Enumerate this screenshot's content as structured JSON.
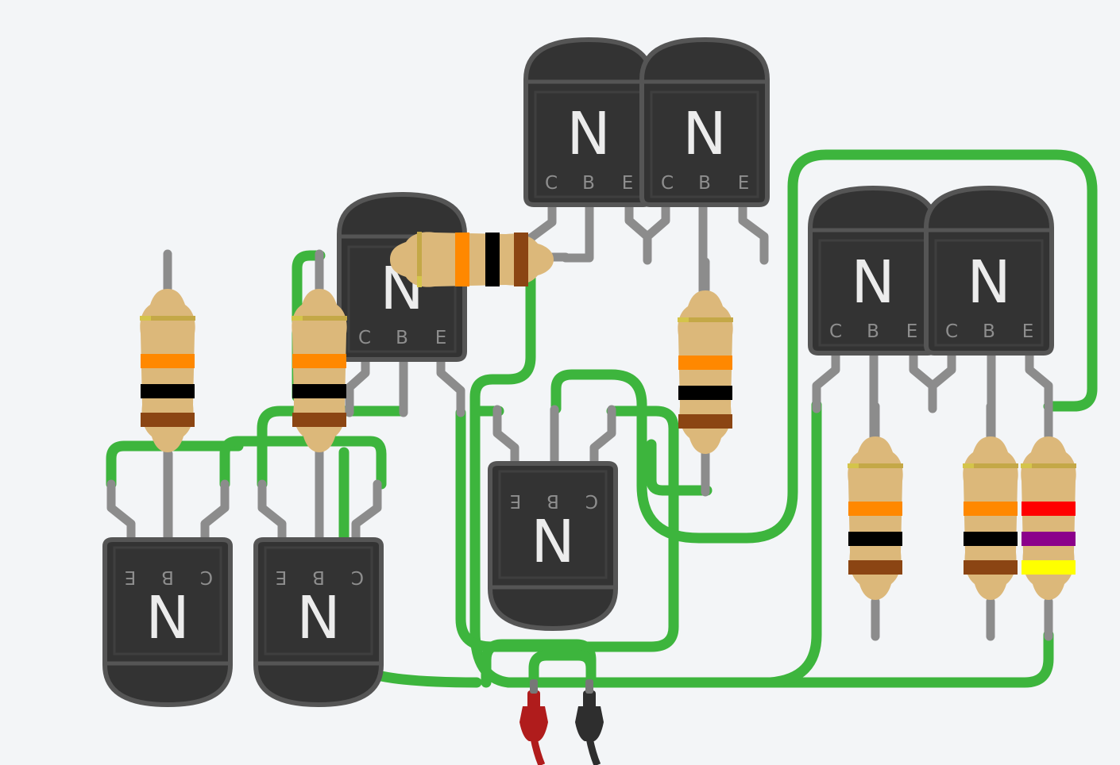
{
  "transistors": [
    {
      "id": "q1",
      "type_label": "N",
      "pins": [
        "C",
        "B",
        "E"
      ],
      "orientation": "up"
    },
    {
      "id": "q2",
      "type_label": "N",
      "pins": [
        "C",
        "B",
        "E"
      ],
      "orientation": "up"
    },
    {
      "id": "q3",
      "type_label": "N",
      "pins": [
        "C",
        "B",
        "E"
      ],
      "orientation": "up"
    },
    {
      "id": "q4",
      "type_label": "N",
      "pins": [
        "C",
        "B",
        "E"
      ],
      "orientation": "up"
    },
    {
      "id": "q5",
      "type_label": "N",
      "pins": [
        "C",
        "B",
        "E"
      ],
      "orientation": "up"
    },
    {
      "id": "q6",
      "type_label": "N",
      "pins": [
        "E",
        "B",
        "C"
      ],
      "orientation": "down"
    },
    {
      "id": "q7",
      "type_label": "N",
      "pins": [
        "E",
        "B",
        "C"
      ],
      "orientation": "down"
    },
    {
      "id": "q8",
      "type_label": "N",
      "pins": [
        "E",
        "B",
        "C"
      ],
      "orientation": "down"
    }
  ],
  "resistors": [
    {
      "id": "r1",
      "bands": [
        "#ff8800",
        "#000000",
        "#8b4513"
      ]
    },
    {
      "id": "r2",
      "bands": [
        "#ff8800",
        "#000000",
        "#8b4513"
      ]
    },
    {
      "id": "r3",
      "bands": [
        "#ff8800",
        "#000000",
        "#8b4513"
      ]
    },
    {
      "id": "r4",
      "bands": [
        "#ff8800",
        "#000000",
        "#8b4513"
      ]
    },
    {
      "id": "r5",
      "bands": [
        "#ff8800",
        "#000000",
        "#8b4513"
      ]
    },
    {
      "id": "r6",
      "bands": [
        "#ff8800",
        "#000000",
        "#8b4513"
      ]
    },
    {
      "id": "r7",
      "bands": [
        "#ff0000",
        "#8b008b",
        "#ffff00"
      ]
    }
  ],
  "colors": {
    "wire": "#3db53d",
    "lead": "#8c8c8c",
    "body": "#333333",
    "body_edge": "#555555",
    "resistor_body": "#dcb87a",
    "tolerance_band": "#c4a847",
    "probe_positive": "#b01c1c",
    "probe_negative": "#2e2e2e"
  },
  "probes": [
    {
      "id": "positive",
      "color": "#b01c1c"
    },
    {
      "id": "negative",
      "color": "#2e2e2e"
    }
  ]
}
